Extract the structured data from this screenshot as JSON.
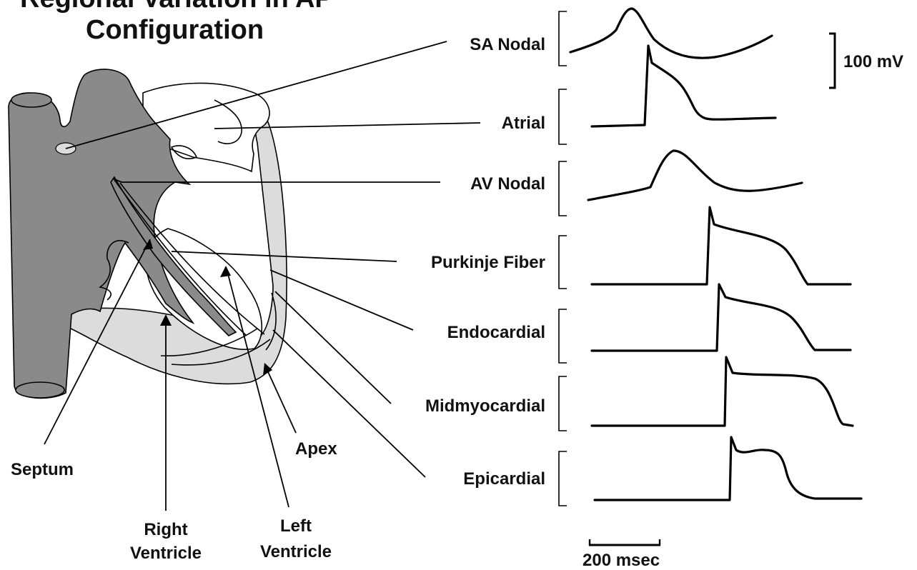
{
  "title_line1": "Regional Variation in AP",
  "title_line2": "Configuration",
  "labels": {
    "sa_nodal": "SA Nodal",
    "atrial": "Atrial",
    "av_nodal": "AV Nodal",
    "purkinje": "Purkinje Fiber",
    "endocardial": "Endocardial",
    "midmyocardial": "Midmyocardial",
    "epicardial": "Epicardial",
    "septum": "Septum",
    "apex": "Apex",
    "right_ventricle_1": "Right",
    "right_ventricle_2": "Ventricle",
    "left_ventricle_1": "Left",
    "left_ventricle_2": "Ventricle"
  },
  "scale": {
    "voltage": "100 mV",
    "time": "200 msec"
  },
  "colors": {
    "tissue_dark": "#8a8a8a",
    "tissue_light": "#dcdcdc",
    "ink": "#000000"
  }
}
